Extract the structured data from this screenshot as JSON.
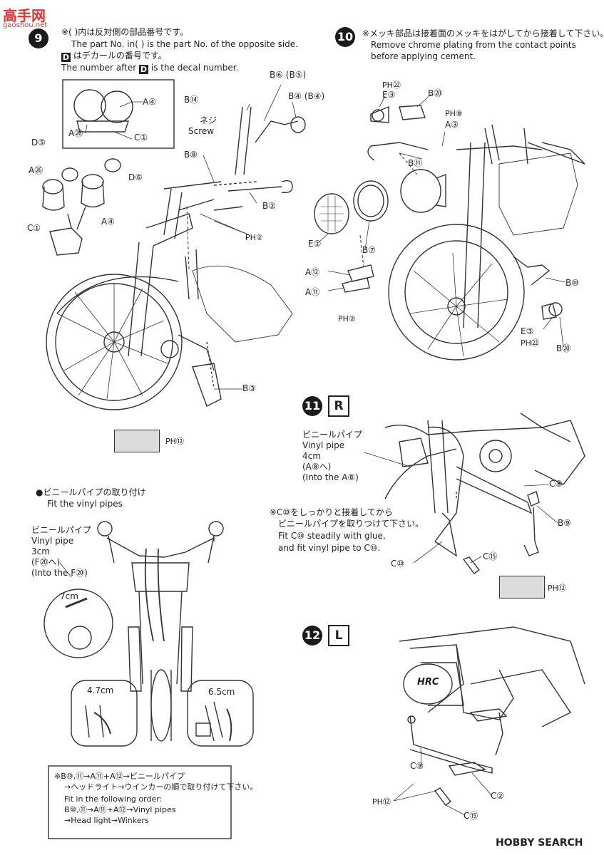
{
  "watermark": {
    "main": "高手网",
    "sub": "gaoshou.net"
  },
  "brand": "HOBBY SEARCH",
  "step9": {
    "number": "9",
    "note_jp1": "※( )内は反対側の部品番号です。",
    "note_en1": "The part No. in( ) is the part No. of the opposite side.",
    "note_jp2_d": "D",
    "note_jp2": "はデカールの番号です。",
    "note_en2_pre": "The number after",
    "note_en2_d": "D",
    "note_en2_post": "is the decal number.",
    "inset": {
      "a4": "A④",
      "a26": "A㉖",
      "c1": "C①"
    },
    "parts": {
      "d5": "D⑤",
      "d6": "D⑥",
      "a26": "A㉖",
      "a4": "A④",
      "c1": "C①",
      "b14": "B⑭",
      "screw_jp": "ネジ",
      "screw_en": "Screw",
      "b8": "B⑧",
      "b6": "B⑥ (B⑤)",
      "b4": "B④ (B④)",
      "b2": "B②",
      "ph2": "PH②",
      "b3": "B③"
    },
    "ph12": "PH⑫"
  },
  "step10": {
    "number": "10",
    "note_jp": "※メッキ部品は接着面のメッキをはがしてから接着して下さい。",
    "note_en1": "Remove chrome plating from the contact points",
    "note_en2": "before applying cement.",
    "parts": {
      "ph92a": "PH㉒",
      "e3a": "E③",
      "b20a": "B⑳",
      "ph8": "PH⑧",
      "a3": "A③",
      "b11": "B⑪",
      "e1": "E①",
      "b7": "B⑦",
      "a12": "A⑫",
      "a11": "A⑪",
      "ph2": "PH②",
      "b10": "B⑩",
      "e3b": "E③",
      "ph92b": "PH㉒",
      "b20b": "B⑳"
    }
  },
  "vinyl": {
    "title_jp": "●ビニールパイプの取り付け",
    "title_en": "Fit the vinyl pipes",
    "pipe_jp": "ビニールパイプ",
    "pipe_en": "Vinyl pipe",
    "pipe_len": "3cm",
    "pipe_to_jp": "(F⑳へ)",
    "pipe_to_en": "(Into the F⑳)",
    "len7": "7cm",
    "len47": "4.7cm",
    "len65": "6.5cm",
    "order_jp1": "※B⑩,⑪→A⑪+A⑫→ビニールパイプ",
    "order_jp2": "→ヘッドライト→ウインカーの順で取り付けて下さい。",
    "order_en0": "Fit in the following order:",
    "order_en1": "B⑩,⑪→A⑪+A⑫→Vinyl pipes",
    "order_en2": "→Head light→Winkers"
  },
  "step11": {
    "number": "11",
    "side": "R",
    "pipe_jp": "ビニールパイプ",
    "pipe_en": "Vinyl pipe",
    "pipe_len": "4cm",
    "pipe_to_jp": "(A⑧へ)",
    "pipe_to_en": "(Into the A⑧)",
    "note_jp1": "※C⑩をしっかりと接着してから",
    "note_jp2": "ビニールパイプを取りつけて下さい。",
    "note_en1": "Fit C⑩ steadily with glue,",
    "note_en2": "and fit vinyl pipe to C⑩.",
    "parts": {
      "c8": "C⑧",
      "b9": "B⑨",
      "c15": "C⑮",
      "c10": "C⑩"
    },
    "ph12": "PH⑫"
  },
  "step12": {
    "number": "12",
    "side": "L",
    "emblem": "HRC",
    "parts": {
      "c9": "C⑨",
      "c2": "C②",
      "ph12": "PH⑫",
      "c15": "C⑮"
    }
  }
}
